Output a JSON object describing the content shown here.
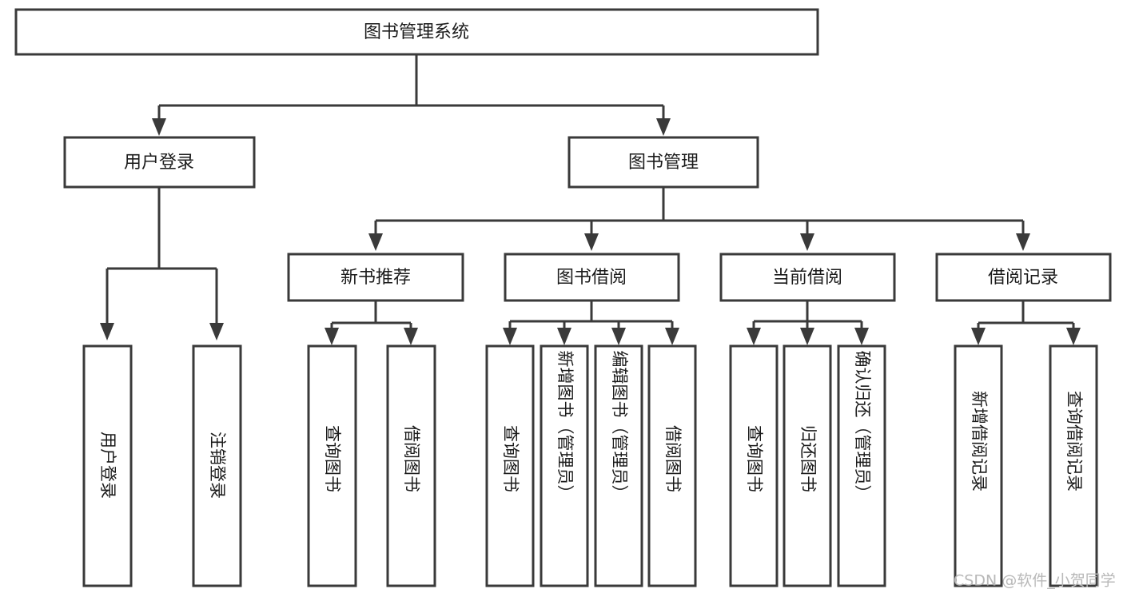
{
  "diagram": {
    "type": "tree-hierarchy",
    "title": "图书管理系统",
    "watermark": "CSDN @软件_小贺同学",
    "nodes": {
      "root": {
        "label": "图书管理系统",
        "level": 0
      },
      "level1": [
        {
          "id": "user-login",
          "label": "用户登录"
        },
        {
          "id": "book-management",
          "label": "图书管理"
        }
      ],
      "level2": [
        {
          "id": "new-book-recommend",
          "label": "新书推荐",
          "parent": "book-management"
        },
        {
          "id": "book-borrow",
          "label": "图书借阅",
          "parent": "book-management"
        },
        {
          "id": "current-borrow",
          "label": "当前借阅",
          "parent": "book-management"
        },
        {
          "id": "borrow-record",
          "label": "借阅记录",
          "parent": "book-management"
        }
      ],
      "leaves": [
        {
          "id": "leaf-user-login",
          "label": "用户登录",
          "parent": "user-login"
        },
        {
          "id": "leaf-logout-login",
          "label": "注销登录",
          "parent": "user-login"
        },
        {
          "id": "leaf-query-book-1",
          "label": "查询图书",
          "parent": "new-book-recommend"
        },
        {
          "id": "leaf-borrow-book-1",
          "label": "借阅图书",
          "parent": "new-book-recommend"
        },
        {
          "id": "leaf-query-book-2",
          "label": "查询图书",
          "parent": "book-borrow"
        },
        {
          "id": "leaf-add-book",
          "label": "新增图书（管理员）",
          "parent": "book-borrow"
        },
        {
          "id": "leaf-edit-book",
          "label": "编辑图书（管理员）",
          "parent": "book-borrow"
        },
        {
          "id": "leaf-borrow-book-2",
          "label": "借阅图书",
          "parent": "book-borrow"
        },
        {
          "id": "leaf-query-book-3",
          "label": "查询图书",
          "parent": "current-borrow"
        },
        {
          "id": "leaf-return-book",
          "label": "归还图书",
          "parent": "current-borrow"
        },
        {
          "id": "leaf-confirm-return",
          "label": "确认归还（管理员）",
          "parent": "current-borrow"
        },
        {
          "id": "leaf-add-record",
          "label": "新增借阅记录",
          "parent": "borrow-record"
        },
        {
          "id": "leaf-query-record",
          "label": "查询借阅记录",
          "parent": "borrow-record"
        }
      ]
    },
    "colors": {
      "stroke": "#3a3a3a",
      "fill": "#ffffff",
      "text": "#1b1b1b",
      "watermark": "#b8b8b8"
    }
  }
}
